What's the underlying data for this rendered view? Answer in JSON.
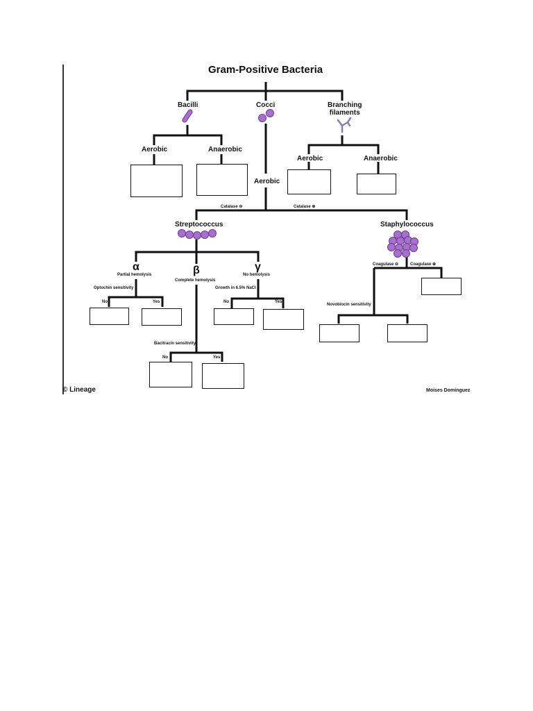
{
  "title": "Gram-Positive Bacteria",
  "level1": {
    "bacilli": "Bacilli",
    "cocci": "Cocci",
    "branching": "Branching\nfilaments"
  },
  "bacilli_branches": {
    "aerobic": "Aerobic",
    "anaerobic": "Anaerobic"
  },
  "branching_branches": {
    "aerobic": "Aerobic",
    "anaerobic": "Anaerobic"
  },
  "cocci_branch": {
    "aerobic": "Aerobic",
    "catalase_neg": "Catalase ⊖",
    "catalase_pos": "Catalase ⊕"
  },
  "strep": {
    "name": "Streptococcus",
    "alpha": "α",
    "alpha_desc": "Partial hemolysis",
    "optochin": "Optochin sensitivity",
    "beta": "β",
    "beta_desc": "Complete hemolysis",
    "bacitracin": "Bacitracin sensitivity",
    "gamma": "γ",
    "gamma_desc": "No hemolysis",
    "nacl": "Growth in 6.5% NaCl",
    "no": "No",
    "yes": "Yes"
  },
  "staph": {
    "name": "Staphylococcus",
    "coag_neg": "Coagulase ⊖",
    "coag_pos": "Coagulase ⊕",
    "novobiocin": "Novobiocin sensitivity"
  },
  "footer": {
    "copyright": "© Lineage",
    "credit": "Moises Dominguez"
  },
  "colors": {
    "organism_fill": "#a86fcf",
    "organism_stroke": "#6a3c8c",
    "filament": "#8a7fb0",
    "line": "#111111"
  }
}
